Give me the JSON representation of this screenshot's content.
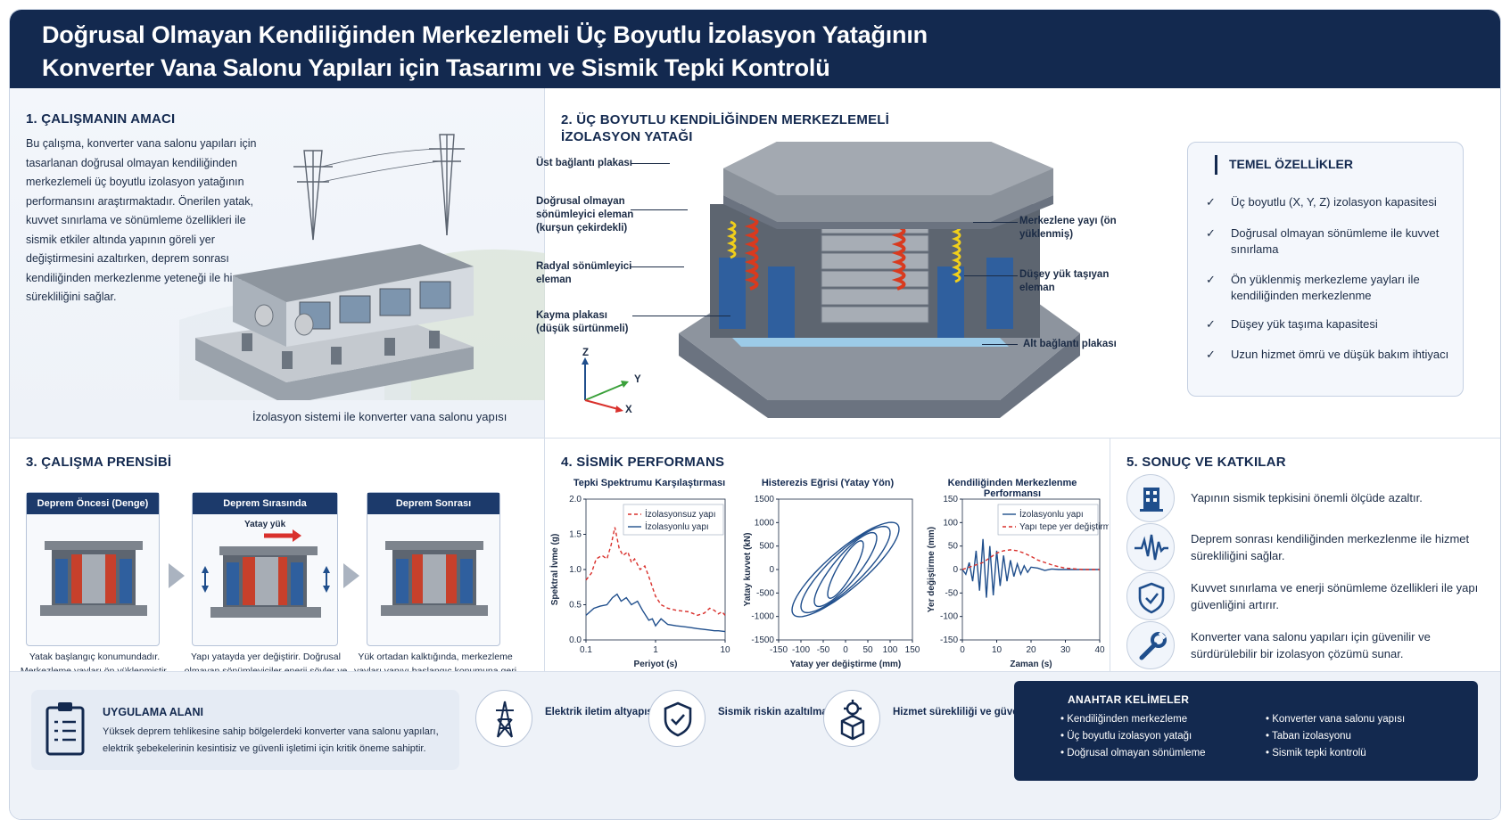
{
  "header": {
    "title_line1": "Doğrusal Olmayan Kendiliğinden Merkezlemeli Üç Boyutlu İzolasyon Yatağının",
    "title_line2": "Konverter Vana Salonu Yapıları için Tasarımı ve Sismik Tepki Kontrolü"
  },
  "section1": {
    "title": "1. ÇALIŞMANIN AMACI",
    "body": "Bu çalışma, konverter vana salonu yapıları için tasarlanan doğrusal olmayan kendiliğinden merkezlemeli üç boyutlu izolasyon yatağının performansını araştırmaktadır. Önerilen yatak, kuvvet sınırlama ve sönümleme özellikleri ile sismik etkiler altında yapının göreli yer değiştirmesini azaltırken, deprem sonrası kendiliğinden merkezlenme yeteneği ile hizmet sürekliliğini sağlar.",
    "caption": "İzolasyon sistemi ile konverter vana salonu yapısı"
  },
  "section2": {
    "title": "2. ÜÇ BOYUTLU KENDİLİĞİNDEN MERKEZLEMELİ İZOLASYON YATAĞI",
    "labels": {
      "top_plate": "Üst bağlantı plakası",
      "nonlinear_damper": "Doğrusal olmayan sönümleyici eleman (kurşun çekirdekli)",
      "radial_damper": "Radyal sönümleyici eleman",
      "sliding_plate": "Kayma plakası (düşük sürtünmeli)",
      "centering_spring": "Merkezlene yayı (ön yüklenmiş)",
      "vertical_element": "Düşey yük taşıyan eleman",
      "bottom_plate": "Alt bağlantı plakası"
    },
    "axes": {
      "z": "Z",
      "y": "Y",
      "x": "X"
    },
    "features_title": "TEMEL ÖZELLİKLER",
    "features": [
      "Üç boyutlu (X, Y, Z) izolasyon kapasitesi",
      "Doğrusal olmayan sönümleme ile kuvvet sınırlama",
      "Ön yüklenmiş merkezleme yayları ile kendiliğinden merkezlenme",
      "Düşey yük taşıma kapasitesi",
      "Uzun hizmet ömrü ve düşük bakım ihtiyacı"
    ],
    "check_symbol": "✓"
  },
  "section3": {
    "title": "3. ÇALIŞMA PRENSİBİ",
    "stages": [
      {
        "head": "Deprem Öncesi (Denge)",
        "caption": "Yatak başlangıç konumundadır. Merkezleme yayları ön yüklenmiştir."
      },
      {
        "head": "Deprem Sırasında",
        "caption": "Yapı yatayda yer değiştirir. Doğrusal olmayan sönümleyiciler enerji söyler ve kuvveti sınırlar."
      },
      {
        "head": "Deprem Sonrası",
        "caption": "Yük ortadan kalktığında, merkezleme yayları yapıyı başlangıç konumuna geri döndürür."
      }
    ],
    "lateral_load": "Yatay yük"
  },
  "section4": {
    "title": "4. SİSMİK PERFORMANS",
    "colors": {
      "unisolated": "#d9302c",
      "isolated": "#1f4e8c"
    }
  },
  "chart_data": [
    {
      "type": "line",
      "title": "Tepki Spektrumu Karşılaştırması",
      "xlabel": "Periyot (s)",
      "ylabel": "Spektral İvme (g)",
      "xscale": "log",
      "xlim": [
        0.1,
        10
      ],
      "ylim": [
        0,
        2.0
      ],
      "xticks": [
        "0.1",
        "1",
        "10"
      ],
      "yticks": [
        "0.0",
        "0.5",
        "1.0",
        "1.5",
        "2.0"
      ],
      "legend_position": "top-right",
      "series": [
        {
          "name": "İzolasyonsuz yapı",
          "style": "dashed",
          "color": "#d9302c",
          "x": [
            0.1,
            0.12,
            0.14,
            0.17,
            0.2,
            0.23,
            0.26,
            0.3,
            0.34,
            0.4,
            0.45,
            0.5,
            0.6,
            0.7,
            0.8,
            0.9,
            1.0,
            1.2,
            1.5,
            2,
            3,
            4,
            5,
            6,
            7,
            8,
            9,
            10
          ],
          "y": [
            0.85,
            0.95,
            1.15,
            1.2,
            1.15,
            1.35,
            1.6,
            1.3,
            1.2,
            1.25,
            1.1,
            1.15,
            1.0,
            1.05,
            0.9,
            0.75,
            0.62,
            0.5,
            0.45,
            0.42,
            0.4,
            0.35,
            0.38,
            0.45,
            0.42,
            0.37,
            0.4,
            0.35
          ]
        },
        {
          "name": "İzolasyonlu yapı",
          "style": "solid",
          "color": "#1f4e8c",
          "x": [
            0.1,
            0.13,
            0.16,
            0.2,
            0.24,
            0.28,
            0.32,
            0.38,
            0.45,
            0.55,
            0.65,
            0.8,
            0.9,
            1.0,
            1.2,
            1.5,
            2,
            3,
            4,
            5,
            6,
            7,
            8,
            10
          ],
          "y": [
            0.35,
            0.45,
            0.48,
            0.5,
            0.6,
            0.65,
            0.55,
            0.6,
            0.5,
            0.55,
            0.42,
            0.28,
            0.3,
            0.2,
            0.3,
            0.22,
            0.2,
            0.18,
            0.16,
            0.15,
            0.14,
            0.13,
            0.13,
            0.12
          ]
        }
      ]
    },
    {
      "type": "line",
      "title": "Histerezis Eğrisi (Yatay Yön)",
      "xlabel": "Yatay yer değiştirme (mm)",
      "ylabel": "Yatay kuvvet (kN)",
      "xlim": [
        -150,
        150
      ],
      "ylim": [
        -1500,
        1500
      ],
      "xticks": [
        "-150",
        "-100",
        "-50",
        "0",
        "50",
        "100",
        "150"
      ],
      "yticks": [
        "-1500",
        "-1000",
        "-500",
        "0",
        "500",
        "1000",
        "1500"
      ],
      "series": [
        {
          "name": "",
          "color": "#1f4e8c",
          "loops_amplitude_mm": [
            40,
            70,
            100,
            120
          ],
          "loops_peak_force_kn": [
            700,
            900,
            1050,
            1150
          ]
        }
      ]
    },
    {
      "type": "line",
      "title": "Kendiliğinden Merkezlenme Performansı",
      "xlabel": "Zaman (s)",
      "ylabel": "Yer değiştirme (mm)",
      "xlim": [
        0,
        40
      ],
      "ylim": [
        -150,
        150
      ],
      "xticks": [
        "0",
        "10",
        "20",
        "30",
        "40"
      ],
      "yticks": [
        "-150",
        "-100",
        "-50",
        "0",
        "50",
        "100",
        "150"
      ],
      "legend_position": "top-right",
      "series": [
        {
          "name": "İzolasyonlu yapı",
          "style": "solid",
          "color": "#1f4e8c",
          "x": [
            0,
            1,
            2,
            3,
            4,
            5,
            6,
            7,
            8,
            9,
            10,
            11,
            12,
            13,
            14,
            15,
            16,
            17,
            18,
            19,
            20,
            22,
            24,
            26,
            28,
            30,
            35,
            40
          ],
          "y": [
            0,
            -10,
            15,
            -25,
            40,
            -45,
            65,
            -60,
            50,
            -55,
            40,
            -35,
            30,
            -25,
            20,
            -15,
            12,
            -10,
            8,
            -6,
            5,
            3,
            -2,
            1,
            0,
            0,
            0,
            0
          ]
        },
        {
          "name": "Yapı tepe yer değiştirmesi",
          "style": "dashed",
          "color": "#d9302c",
          "x": [
            0,
            2,
            4,
            6,
            8,
            10,
            12,
            14,
            16,
            18,
            20,
            22,
            24,
            26,
            28,
            30,
            35,
            40
          ],
          "y": [
            0,
            5,
            10,
            15,
            25,
            35,
            40,
            42,
            40,
            35,
            28,
            20,
            15,
            10,
            6,
            3,
            0,
            0
          ]
        }
      ]
    }
  ],
  "section5": {
    "title": "5. SONUÇ VE KATKILAR",
    "items": [
      {
        "icon": "building-icon",
        "text": "Yapının sismik tepkisini önemli ölçüde azaltır."
      },
      {
        "icon": "waveform-icon",
        "text": "Deprem sonrası kendiliğinden merkezlenme ile hizmet sürekliliğini sağlar."
      },
      {
        "icon": "shield-check-icon",
        "text": "Kuvvet sınırlama ve enerji sönümleme özellikleri ile yapı güvenliğini artırır."
      },
      {
        "icon": "wrench-icon",
        "text": "Konverter vana salonu yapıları için güvenilir ve sürdürülebilir bir izolasyon çözümü sunar."
      }
    ]
  },
  "footer": {
    "app_title": "UYGULAMA ALANI",
    "app_text": "Yüksek deprem tehlikesine sahip bölgelerdeki konverter vana salonu yapıları, elektrik şebekelerinin kesintisiz ve güvenli işletimi için kritik öneme sahiptir.",
    "benefits": [
      {
        "icon": "transmission-tower-icon",
        "label": "Elektrik iletim altyapısı"
      },
      {
        "icon": "shield-check-icon",
        "label": "Sismik riskin azaltılması"
      },
      {
        "icon": "gear-box-icon",
        "label": "Hizmet sürekliliği ve güvenilirlik"
      }
    ],
    "keywords_title": "ANAHTAR KELİMELER",
    "keywords": [
      "Kendiliğinden merkezleme",
      "Üç boyutlu izolasyon yatağı",
      "Doğrusal olmayan sönümleme",
      "Konverter vana salonu yapısı",
      "Taban izolasyonu",
      "Sismik tepki kontrolü"
    ]
  }
}
